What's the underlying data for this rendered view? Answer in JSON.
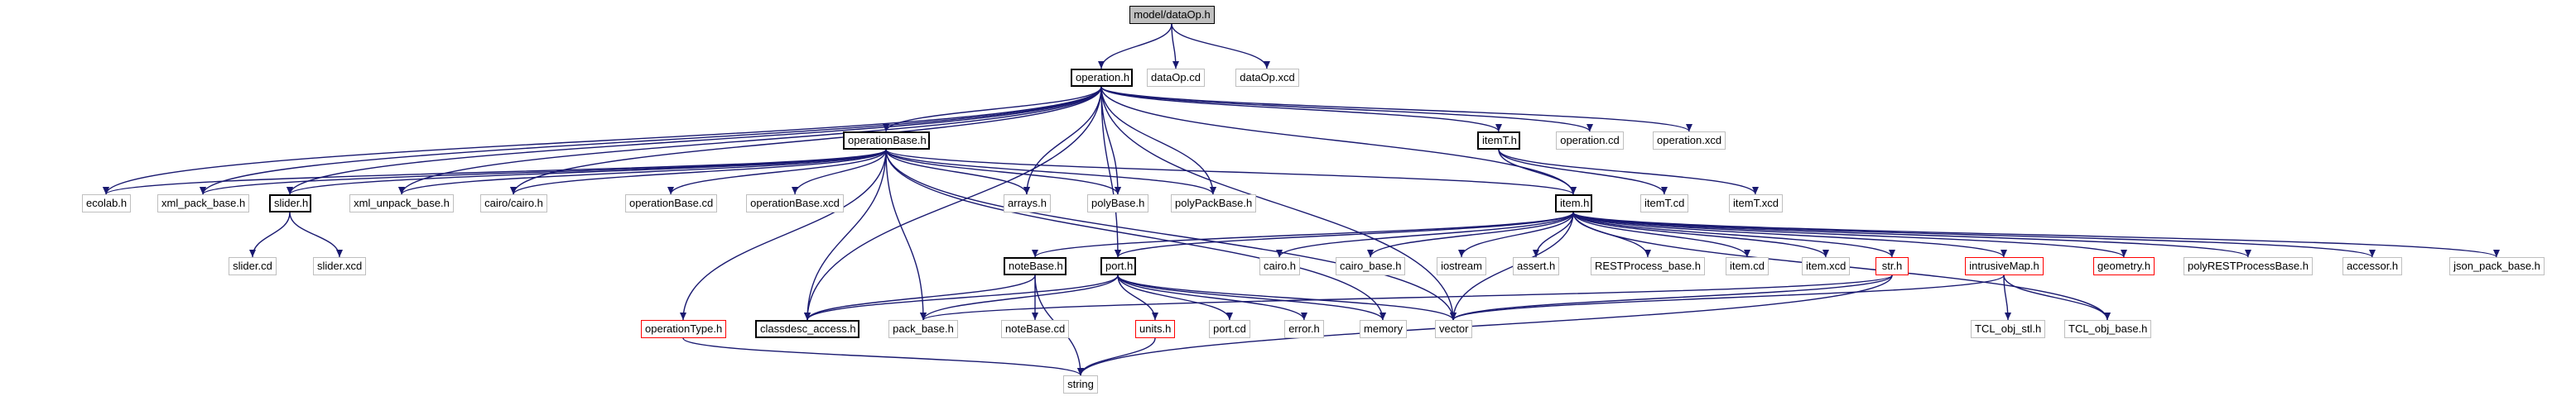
{
  "graph": {
    "root": "model/dataOp.h",
    "nodes": {
      "root": "model/dataOp.h",
      "operation_h": "operation.h",
      "dataop_cd": "dataOp.cd",
      "dataop_xcd": "dataOp.xcd",
      "operationbase_h": "operationBase.h",
      "itemt_h": "itemT.h",
      "operation_cd": "operation.cd",
      "operation_xcd": "operation.xcd",
      "ecolab_h": "ecolab.h",
      "xml_pack_base_h": "xml_pack_base.h",
      "slider_h": "slider.h",
      "xml_unpack_base_h": "xml_unpack_base.h",
      "cairo_cairo_h": "cairo/cairo.h",
      "operationbase_cd": "operationBase.cd",
      "operationbase_xcd": "operationBase.xcd",
      "arrays_h": "arrays.h",
      "polybase_h": "polyBase.h",
      "polypackbase_h": "polyPackBase.h",
      "item_h": "item.h",
      "itemt_cd": "itemT.cd",
      "itemt_xcd": "itemT.xcd",
      "slider_cd": "slider.cd",
      "slider_xcd": "slider.xcd",
      "notebase_h": "noteBase.h",
      "port_h": "port.h",
      "cairo_h": "cairo.h",
      "cairo_base_h": "cairo_base.h",
      "iostream": "iostream",
      "assert_h": "assert.h",
      "restprocess_base_h": "RESTProcess_base.h",
      "item_cd": "item.cd",
      "item_xcd": "item.xcd",
      "str_h": "str.h",
      "intrusivemap_h": "intrusiveMap.h",
      "geometry_h": "geometry.h",
      "polyrestprocessbase_h": "polyRESTProcessBase.h",
      "accessor_h": "accessor.h",
      "json_pack_base_h": "json_pack_base.h",
      "operationtype_h": "operationType.h",
      "classdesc_access_h": "classdesc_access.h",
      "pack_base_h": "pack_base.h",
      "notebase_cd": "noteBase.cd",
      "units_h": "units.h",
      "port_cd": "port.cd",
      "error_h": "error.h",
      "memory": "memory",
      "vector": "vector",
      "tcl_obj_stl_h": "TCL_obj_stl.h",
      "tcl_obj_base_h": "TCL_obj_base.h",
      "string": "string"
    },
    "edges": [
      [
        "root",
        "operation_h"
      ],
      [
        "root",
        "dataop_cd"
      ],
      [
        "root",
        "dataop_xcd"
      ],
      [
        "operation_h",
        "operationbase_h"
      ],
      [
        "operation_h",
        "itemt_h"
      ],
      [
        "operation_h",
        "operation_cd"
      ],
      [
        "operation_h",
        "operation_xcd"
      ],
      [
        "operation_h",
        "ecolab_h"
      ],
      [
        "operation_h",
        "xml_pack_base_h"
      ],
      [
        "operation_h",
        "slider_h"
      ],
      [
        "operation_h",
        "xml_unpack_base_h"
      ],
      [
        "operation_h",
        "cairo_cairo_h"
      ],
      [
        "operation_h",
        "arrays_h"
      ],
      [
        "operation_h",
        "polybase_h"
      ],
      [
        "operation_h",
        "polypackbase_h"
      ],
      [
        "operation_h",
        "item_h"
      ],
      [
        "operation_h",
        "port_h"
      ],
      [
        "operation_h",
        "classdesc_access_h"
      ],
      [
        "operation_h",
        "vector"
      ],
      [
        "operationbase_h",
        "ecolab_h"
      ],
      [
        "operationbase_h",
        "xml_pack_base_h"
      ],
      [
        "operationbase_h",
        "slider_h"
      ],
      [
        "operationbase_h",
        "xml_unpack_base_h"
      ],
      [
        "operationbase_h",
        "cairo_cairo_h"
      ],
      [
        "operationbase_h",
        "operationbase_cd"
      ],
      [
        "operationbase_h",
        "operationbase_xcd"
      ],
      [
        "operationbase_h",
        "arrays_h"
      ],
      [
        "operationbase_h",
        "polybase_h"
      ],
      [
        "operationbase_h",
        "polypackbase_h"
      ],
      [
        "operationbase_h",
        "item_h"
      ],
      [
        "operationbase_h",
        "operationtype_h"
      ],
      [
        "operationbase_h",
        "classdesc_access_h"
      ],
      [
        "operationbase_h",
        "pack_base_h"
      ],
      [
        "operationbase_h",
        "vector"
      ],
      [
        "operationbase_h",
        "memory"
      ],
      [
        "itemt_h",
        "item_h"
      ],
      [
        "itemt_h",
        "itemt_cd"
      ],
      [
        "itemt_h",
        "itemt_xcd"
      ],
      [
        "slider_h",
        "slider_cd"
      ],
      [
        "slider_h",
        "slider_xcd"
      ],
      [
        "item_h",
        "notebase_h"
      ],
      [
        "item_h",
        "port_h"
      ],
      [
        "item_h",
        "cairo_h"
      ],
      [
        "item_h",
        "cairo_base_h"
      ],
      [
        "item_h",
        "iostream"
      ],
      [
        "item_h",
        "assert_h"
      ],
      [
        "item_h",
        "restprocess_base_h"
      ],
      [
        "item_h",
        "item_cd"
      ],
      [
        "item_h",
        "item_xcd"
      ],
      [
        "item_h",
        "str_h"
      ],
      [
        "item_h",
        "intrusivemap_h"
      ],
      [
        "item_h",
        "geometry_h"
      ],
      [
        "item_h",
        "polyrestprocessbase_h"
      ],
      [
        "item_h",
        "accessor_h"
      ],
      [
        "item_h",
        "json_pack_base_h"
      ],
      [
        "item_h",
        "tcl_obj_base_h"
      ],
      [
        "item_h",
        "vector"
      ],
      [
        "notebase_h",
        "classdesc_access_h"
      ],
      [
        "notebase_h",
        "notebase_cd"
      ],
      [
        "notebase_h",
        "string"
      ],
      [
        "port_h",
        "classdesc_access_h"
      ],
      [
        "port_h",
        "pack_base_h"
      ],
      [
        "port_h",
        "units_h"
      ],
      [
        "port_h",
        "port_cd"
      ],
      [
        "port_h",
        "error_h"
      ],
      [
        "port_h",
        "memory"
      ],
      [
        "port_h",
        "vector"
      ],
      [
        "str_h",
        "pack_base_h"
      ],
      [
        "str_h",
        "vector"
      ],
      [
        "str_h",
        "string"
      ],
      [
        "intrusivemap_h",
        "tcl_obj_stl_h"
      ],
      [
        "intrusivemap_h",
        "tcl_obj_base_h"
      ],
      [
        "intrusivemap_h",
        "vector"
      ],
      [
        "operationtype_h",
        "string"
      ],
      [
        "units_h",
        "string"
      ]
    ]
  },
  "colors": {
    "edge": "#191970",
    "plain_border": "#bfbfbf",
    "doc_border": "#000000",
    "root_fill": "#bfbfbf",
    "missing_border": "#ff0000"
  }
}
